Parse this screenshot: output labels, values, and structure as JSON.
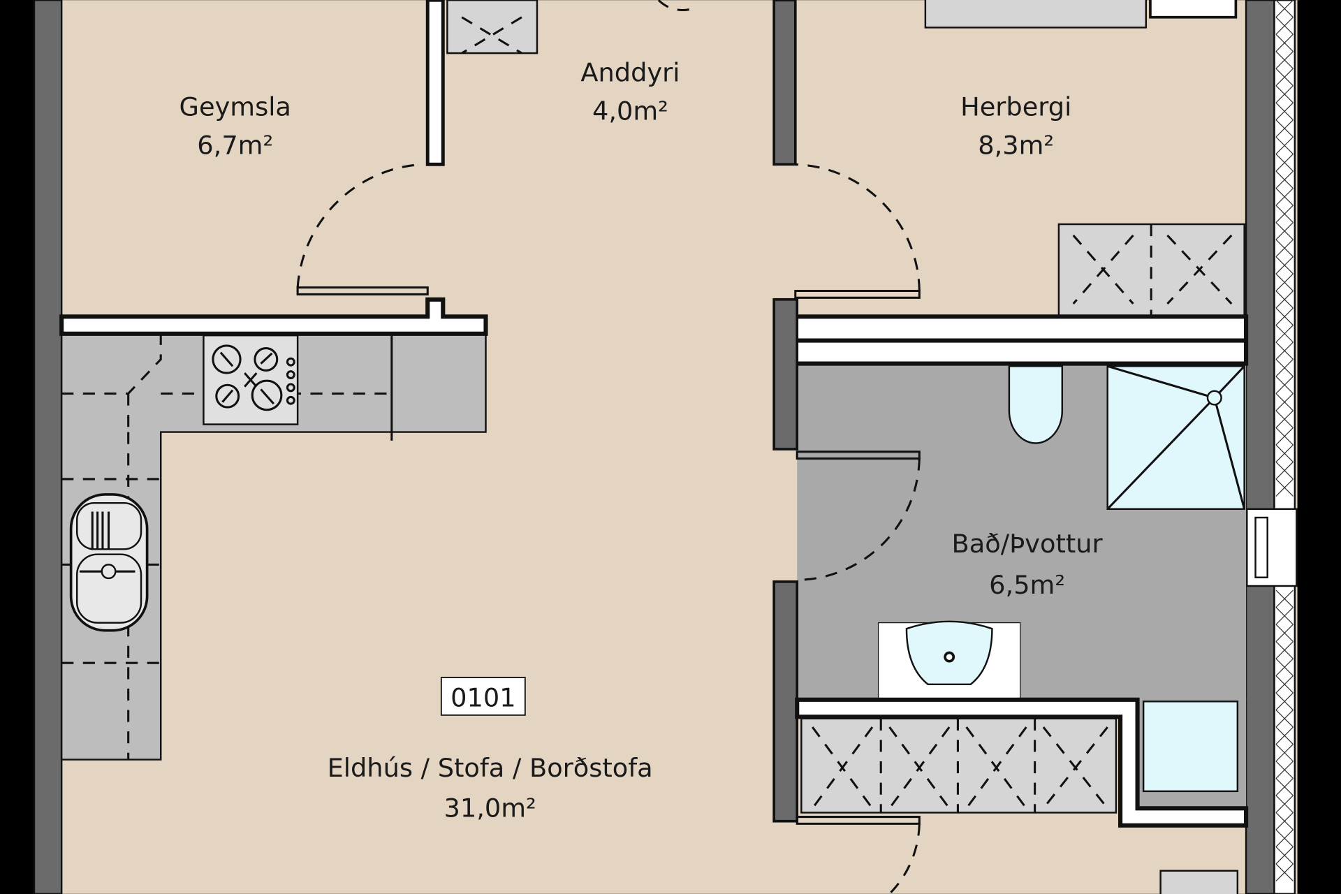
{
  "plan": {
    "unit_number": "0101",
    "rooms": [
      {
        "name": "Geymsla",
        "area": "6,7m²"
      },
      {
        "name": "Anddyri",
        "area": "4,0m²"
      },
      {
        "name": "Herbergi",
        "area": "8,3m²"
      },
      {
        "name": "Bað/Þvottur",
        "area": "6,5m²"
      },
      {
        "name": "Eldhús / Stofa / Borðstofa",
        "area": "31,0m²"
      }
    ]
  },
  "colors": {
    "floor": "#e3d5c1",
    "wet_floor": "#a9a9a9",
    "counter": "#bdbdbd",
    "wall": "#6b6b6b",
    "fixture": "#e0f7fb"
  }
}
